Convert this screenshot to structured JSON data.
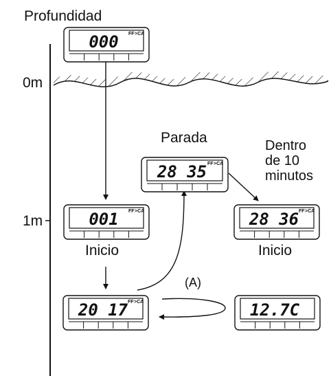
{
  "labels": {
    "depth_title": "Profundidad",
    "surface_level": "0m",
    "one_meter": "1m",
    "stop": "Parada",
    "within_10_min": "Dentro\nde 10\nminutos",
    "start_left": "Inicio",
    "start_right": "Inicio",
    "loop_label": "(A)"
  },
  "displays": [
    {
      "id": "surface",
      "digits": "000",
      "mode": "CA",
      "ff": "FF"
    },
    {
      "id": "depth-1m",
      "digits": "001",
      "mode": "CA",
      "ff": "FF"
    },
    {
      "id": "stop",
      "digits": "28 35",
      "mode": "CA",
      "ff": "FF"
    },
    {
      "id": "restart",
      "digits": "28 36",
      "mode": "CA",
      "ff": "FF"
    },
    {
      "id": "timer",
      "digits": "20 17",
      "mode": "CA",
      "ff": "FF"
    },
    {
      "id": "temperature",
      "digits": "12.7C",
      "mode": "",
      "ff": ""
    }
  ]
}
